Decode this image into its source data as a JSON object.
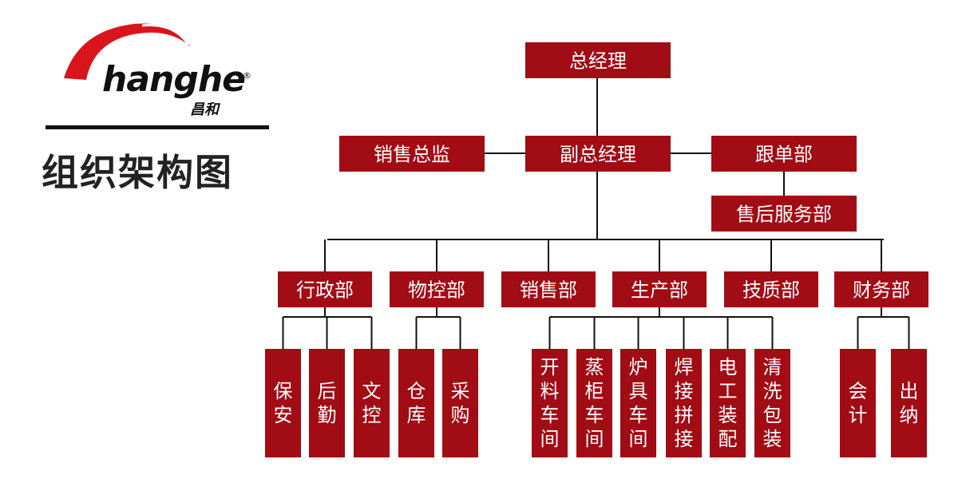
{
  "brand": {
    "logo_word": "hanghe",
    "logo_cn": "昌和",
    "registered_mark": "®",
    "accent_color": "#a10c15",
    "arc_color": "#d9141b"
  },
  "page": {
    "title": "组织架构图"
  },
  "org": {
    "node_color": "#a10c15",
    "top": {
      "id": "gm",
      "label": "总经理"
    },
    "deputy": {
      "id": "dgm",
      "label": "副总经理"
    },
    "side_left": {
      "id": "sales-director",
      "label": "销售总监"
    },
    "side_right": {
      "id": "order-follow",
      "label": "跟单部"
    },
    "side_right_child": {
      "id": "after-sales",
      "label": "售后服务部"
    },
    "departments": [
      {
        "id": "admin",
        "label": "行政部",
        "children": [
          "保安",
          "后勤",
          "文控"
        ]
      },
      {
        "id": "material",
        "label": "物控部",
        "children": [
          "仓库",
          "采购"
        ]
      },
      {
        "id": "sales",
        "label": "销售部",
        "children": []
      },
      {
        "id": "production",
        "label": "生产部",
        "children": [
          "开料车间",
          "蒸柜车间",
          "炉具车间",
          "焊接拼接",
          "电工装配",
          "清洗包装"
        ]
      },
      {
        "id": "qa",
        "label": "技质部",
        "children": []
      },
      {
        "id": "finance",
        "label": "财务部",
        "children": [
          "会计",
          "出纳"
        ]
      }
    ]
  }
}
